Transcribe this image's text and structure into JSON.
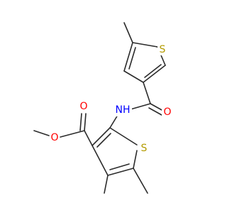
{
  "molecule": {
    "atoms": [
      {
        "id": "S1",
        "label": "S",
        "color": "#b39b00"
      },
      {
        "id": "O1",
        "label": "O",
        "color": "#ff0000"
      },
      {
        "id": "N1",
        "label": "NH",
        "color": "#0000ff"
      },
      {
        "id": "O2",
        "label": "O",
        "color": "#ff0000"
      },
      {
        "id": "O3",
        "label": "O",
        "color": "#ff0000"
      },
      {
        "id": "S2",
        "label": "S",
        "color": "#b39b00"
      }
    ]
  }
}
